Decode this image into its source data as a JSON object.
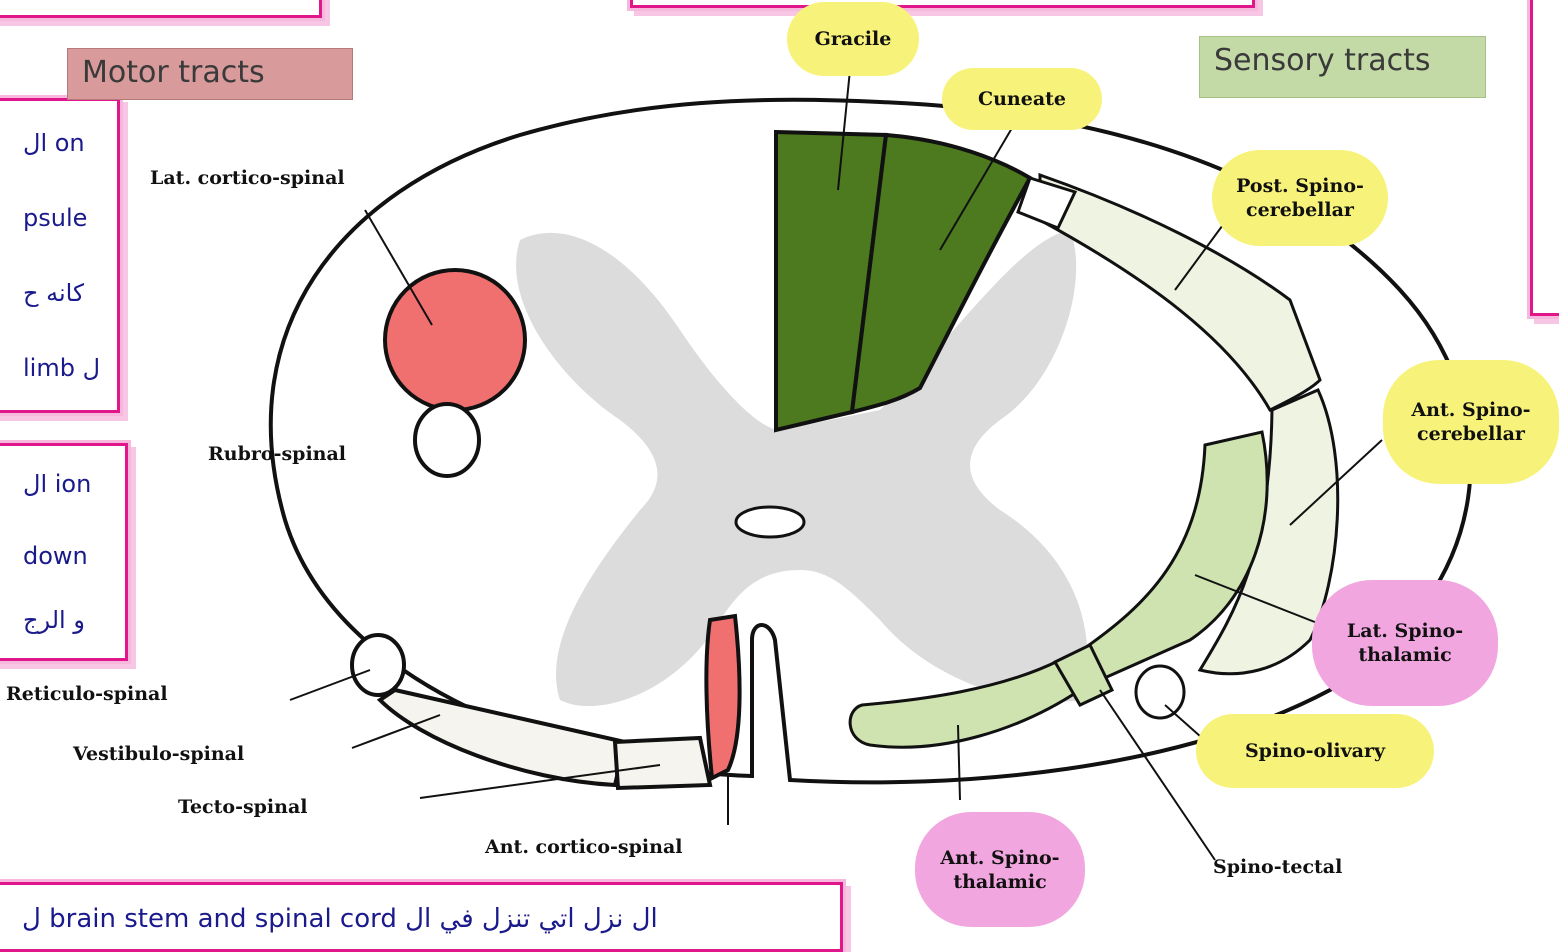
{
  "tags": {
    "motor": "Motor tracts",
    "sensory": "Sensory tracts"
  },
  "notes": {
    "box1_lines": [
      "ال on",
      "psule",
      "كانه ح",
      "limb ل"
    ],
    "box2_lines": [
      "ال ion",
      "down",
      "و الرج"
    ],
    "bottom_line": "ل brain stem and spinal cord ال نزل اتي تنزل في ال"
  },
  "labels": {
    "gracile": "Gracile",
    "cuneate": "Cuneate",
    "lat_cortico_spinal": "Lat. cortico-spinal",
    "rubro_spinal": "Rubro-spinal",
    "reticulo_spinal": "Reticulo-spinal",
    "vestibulo_spinal": "Vestibulo-spinal",
    "tecto_spinal": "Tecto-spinal",
    "ant_cortico_spinal": "Ant. cortico-spinal",
    "post_spino_cerebellar": [
      "Post. Spino-",
      "cerebellar"
    ],
    "ant_spino_cerebellar": [
      "Ant. Spino-",
      "cerebellar"
    ],
    "lat_spino_thalamic": [
      "Lat. Spino-",
      "thalamic"
    ],
    "spino_olivary": "Spino-olivary",
    "ant_spino_thalamic": [
      "Ant. Spino-",
      "thalamic"
    ],
    "spino_tectal": "Spino-tectal"
  },
  "colors": {
    "highlight_yellow": "#f7f37a",
    "highlight_pink": "#f2a6e0",
    "motor_red": "#f07070",
    "dorsal_green": "#4d7a1f",
    "sensory_light_green": "#cfe3b0",
    "sensory_pale": "#eef3e2",
    "grey_matter": "#dcdcdc",
    "frame_pink": "#e0168a"
  }
}
